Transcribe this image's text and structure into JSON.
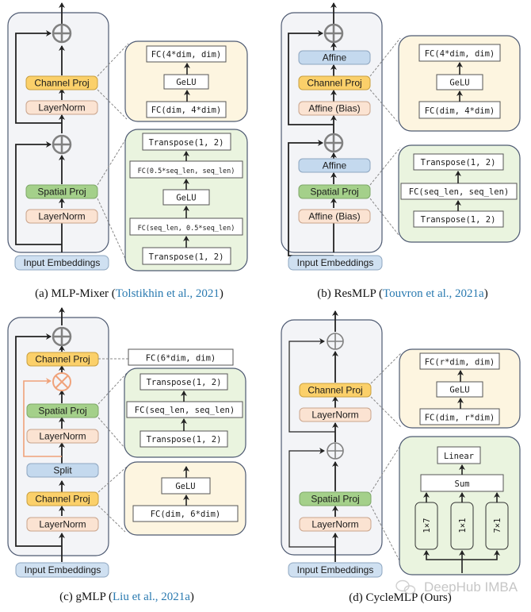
{
  "colors": {
    "outer_panel_fill": "#f3f4f7",
    "outer_panel_stroke": "#4e5a72",
    "channel_proj": "#fbd06a",
    "layernorm": "#fbe3d2",
    "spatial_proj": "#a4d08a",
    "affine": "#c4d9ee",
    "input_embed": "#cfe0f1",
    "detail_yellow": "#fdf5e0",
    "detail_green": "#eaf4df",
    "gate_orange": "#f0a27a",
    "add_gray": "#808080",
    "citation": "#2a7ab0",
    "arrow": "#222222"
  },
  "panels": [
    {
      "id": "a",
      "caption_prefix": "(a) MLP-Mixer (",
      "caption_cite": "Tolstikhin et al., 2021",
      "caption_suffix": ")",
      "blocks": {
        "channel_proj": "Channel Proj",
        "layernorm_top": "LayerNorm",
        "spatial_proj": "Spatial Proj",
        "layernorm_bottom": "LayerNorm",
        "input": "Input Embeddings"
      },
      "channel_detail": [
        "FC(4*dim, dim)",
        "GeLU",
        "FC(dim, 4*dim)"
      ],
      "spatial_detail": [
        "Transpose(1, 2)",
        "FC(0.5*seq_len, seq_len)",
        "GeLU",
        "FC(seq_len, 0.5*seq_len)",
        "Transpose(1, 2)"
      ]
    },
    {
      "id": "b",
      "caption_prefix": "(b) ResMLP (",
      "caption_cite": "Touvron et al., 2021a",
      "caption_suffix": ")",
      "blocks": {
        "affine_top": "Affine",
        "channel_proj": "Channel Proj",
        "affine_bias_top": "Affine (Bias)",
        "affine_mid": "Affine",
        "spatial_proj": "Spatial Proj",
        "affine_bias_bottom": "Affine (Bias)",
        "input": "Input Embeddings"
      },
      "channel_detail": [
        "FC(4*dim, dim)",
        "GeLU",
        "FC(dim, 4*dim)"
      ],
      "spatial_detail": [
        "Transpose(1, 2)",
        "FC(seq_len, seq_len)",
        "Transpose(1, 2)"
      ]
    },
    {
      "id": "c",
      "caption_prefix": "(c) gMLP (",
      "caption_cite": "Liu et al., 2021a",
      "caption_suffix": ")",
      "blocks": {
        "channel_proj_top": "Channel Proj",
        "spatial_proj": "Spatial Proj",
        "layernorm_mid": "LayerNorm",
        "split": "Split",
        "channel_proj_bottom": "Channel Proj",
        "layernorm_bottom": "LayerNorm",
        "input": "Input Embeddings"
      },
      "channel_top_detail": "FC(6*dim, dim)",
      "spatial_detail": [
        "Transpose(1, 2)",
        "FC(seq_len, seq_len)",
        "Transpose(1, 2)"
      ],
      "channel_bottom_detail": [
        "GeLU",
        "FC(dim, 6*dim)"
      ]
    },
    {
      "id": "d",
      "caption_prefix": "(d) CycleMLP (Ours)",
      "caption_cite": "",
      "caption_suffix": "",
      "blocks": {
        "channel_proj": "Channel Proj",
        "layernorm_top": "LayerNorm",
        "spatial_proj": "Spatial Proj",
        "layernorm_bottom": "LayerNorm",
        "input": "Input Embeddings"
      },
      "channel_detail": [
        "FC(r*dim, dim)",
        "GeLU",
        "FC(dim, r*dim)"
      ],
      "spatial_detail": {
        "linear": "Linear",
        "sum": "Sum",
        "branches": [
          "1×7",
          "1×1",
          "7×1"
        ]
      }
    }
  ],
  "watermark": "DeepHub IMBA"
}
